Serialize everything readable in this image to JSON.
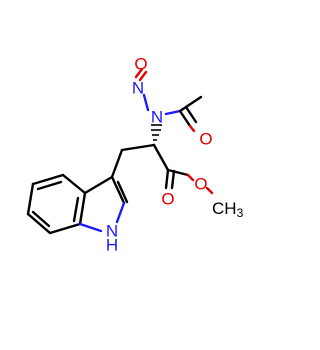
{
  "molecule": {
    "atoms": {
      "nitroso_oxygen": "O",
      "nitroso_nitrogen": "N",
      "acetyl_oxygen": "O",
      "amide_nitrogen": "N",
      "ester_oxygen": "O",
      "methoxy": "CH",
      "methoxy_subscript": "3",
      "indole_nitrogen": "N",
      "indole_hydrogen": "H"
    },
    "colors": {
      "oxygen": "#e60000",
      "nitrogen": "#1a1aff",
      "carbon": "#000000"
    }
  }
}
